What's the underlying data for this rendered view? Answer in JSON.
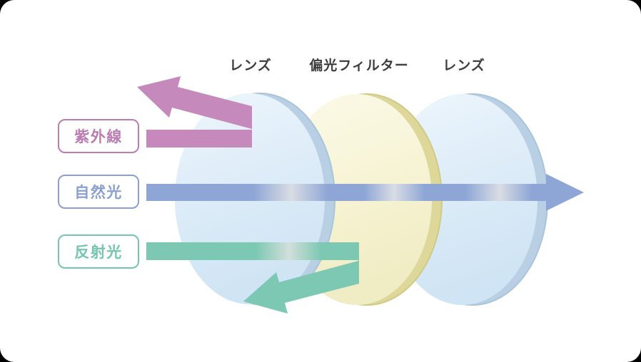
{
  "diagram": {
    "top_labels": [
      {
        "label": "レンズ"
      },
      {
        "label": "偏光フィルター"
      },
      {
        "label": "レンズ"
      }
    ],
    "rays": {
      "uv": {
        "label": "紫外線"
      },
      "natural": {
        "label": "自然光"
      },
      "reflected": {
        "label": "反射光"
      }
    },
    "icons": {
      "uv_arrow": "bent-arrow-up-left",
      "natural_arrow": "straight-arrow-right",
      "reflected_arrow": "bent-arrow-down-left"
    }
  },
  "colors": {
    "uv": "#c689bb",
    "uv-box": "#bb7cb1",
    "natural": "#8ea6d6",
    "natural-box": "#8c9fd3",
    "reflected": "#7cc8b2",
    "reflected-box": "#74c6ae",
    "ink": "#3d3d3d",
    "lens-rim": "#b9cfe3",
    "lens-rim-edge": "#aac4da",
    "filter-rim": "#ddd79a",
    "filter-rim-edge": "#d0ca85",
    "card-bg": "#ffffff",
    "page-bg": "#000000"
  }
}
